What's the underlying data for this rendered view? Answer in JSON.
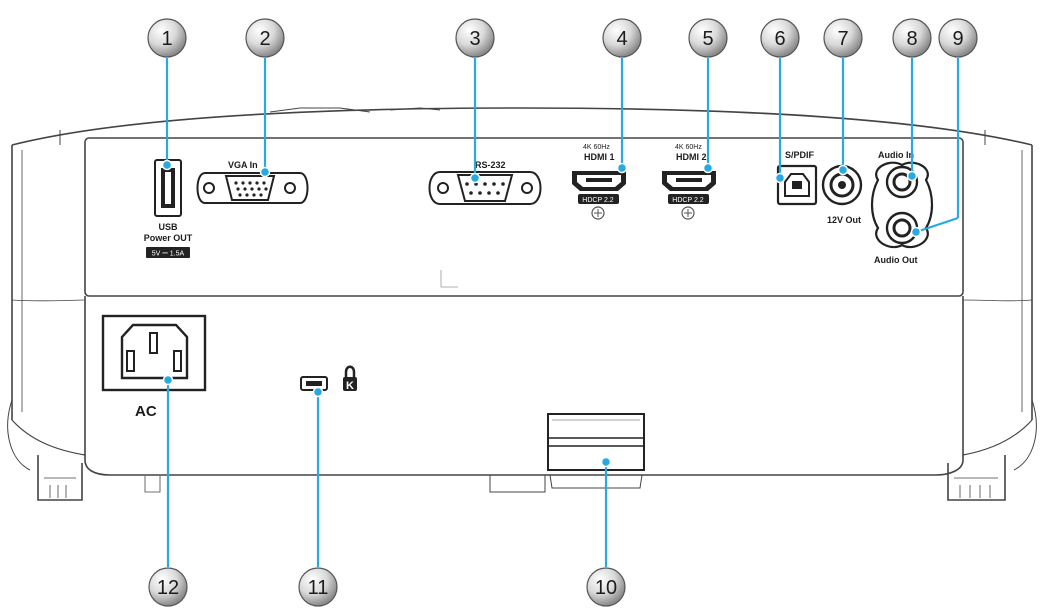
{
  "labels": {
    "vga": "VGA In",
    "rs232": "RS-232",
    "hdmi_spec": "4K 60Hz",
    "hdmi1": "HDMI 1",
    "hdmi2": "HDMI 2",
    "hdcp": "HDCP 2.2",
    "spdif": "S/PDIF",
    "audio_in": "Audio In",
    "audio_out": "Audio Out",
    "twelve_v": "12V Out",
    "usb_line1": "USB",
    "usb_line2": "Power OUT",
    "usb_spec": "5V ⎓ 1.5A",
    "ac": "AC"
  },
  "callouts": [
    "1",
    "2",
    "3",
    "4",
    "5",
    "6",
    "7",
    "8",
    "9",
    "10",
    "11",
    "12"
  ],
  "colors": {
    "leader": "#27a9e1",
    "body": "#ffffff",
    "outline": "#444444"
  }
}
